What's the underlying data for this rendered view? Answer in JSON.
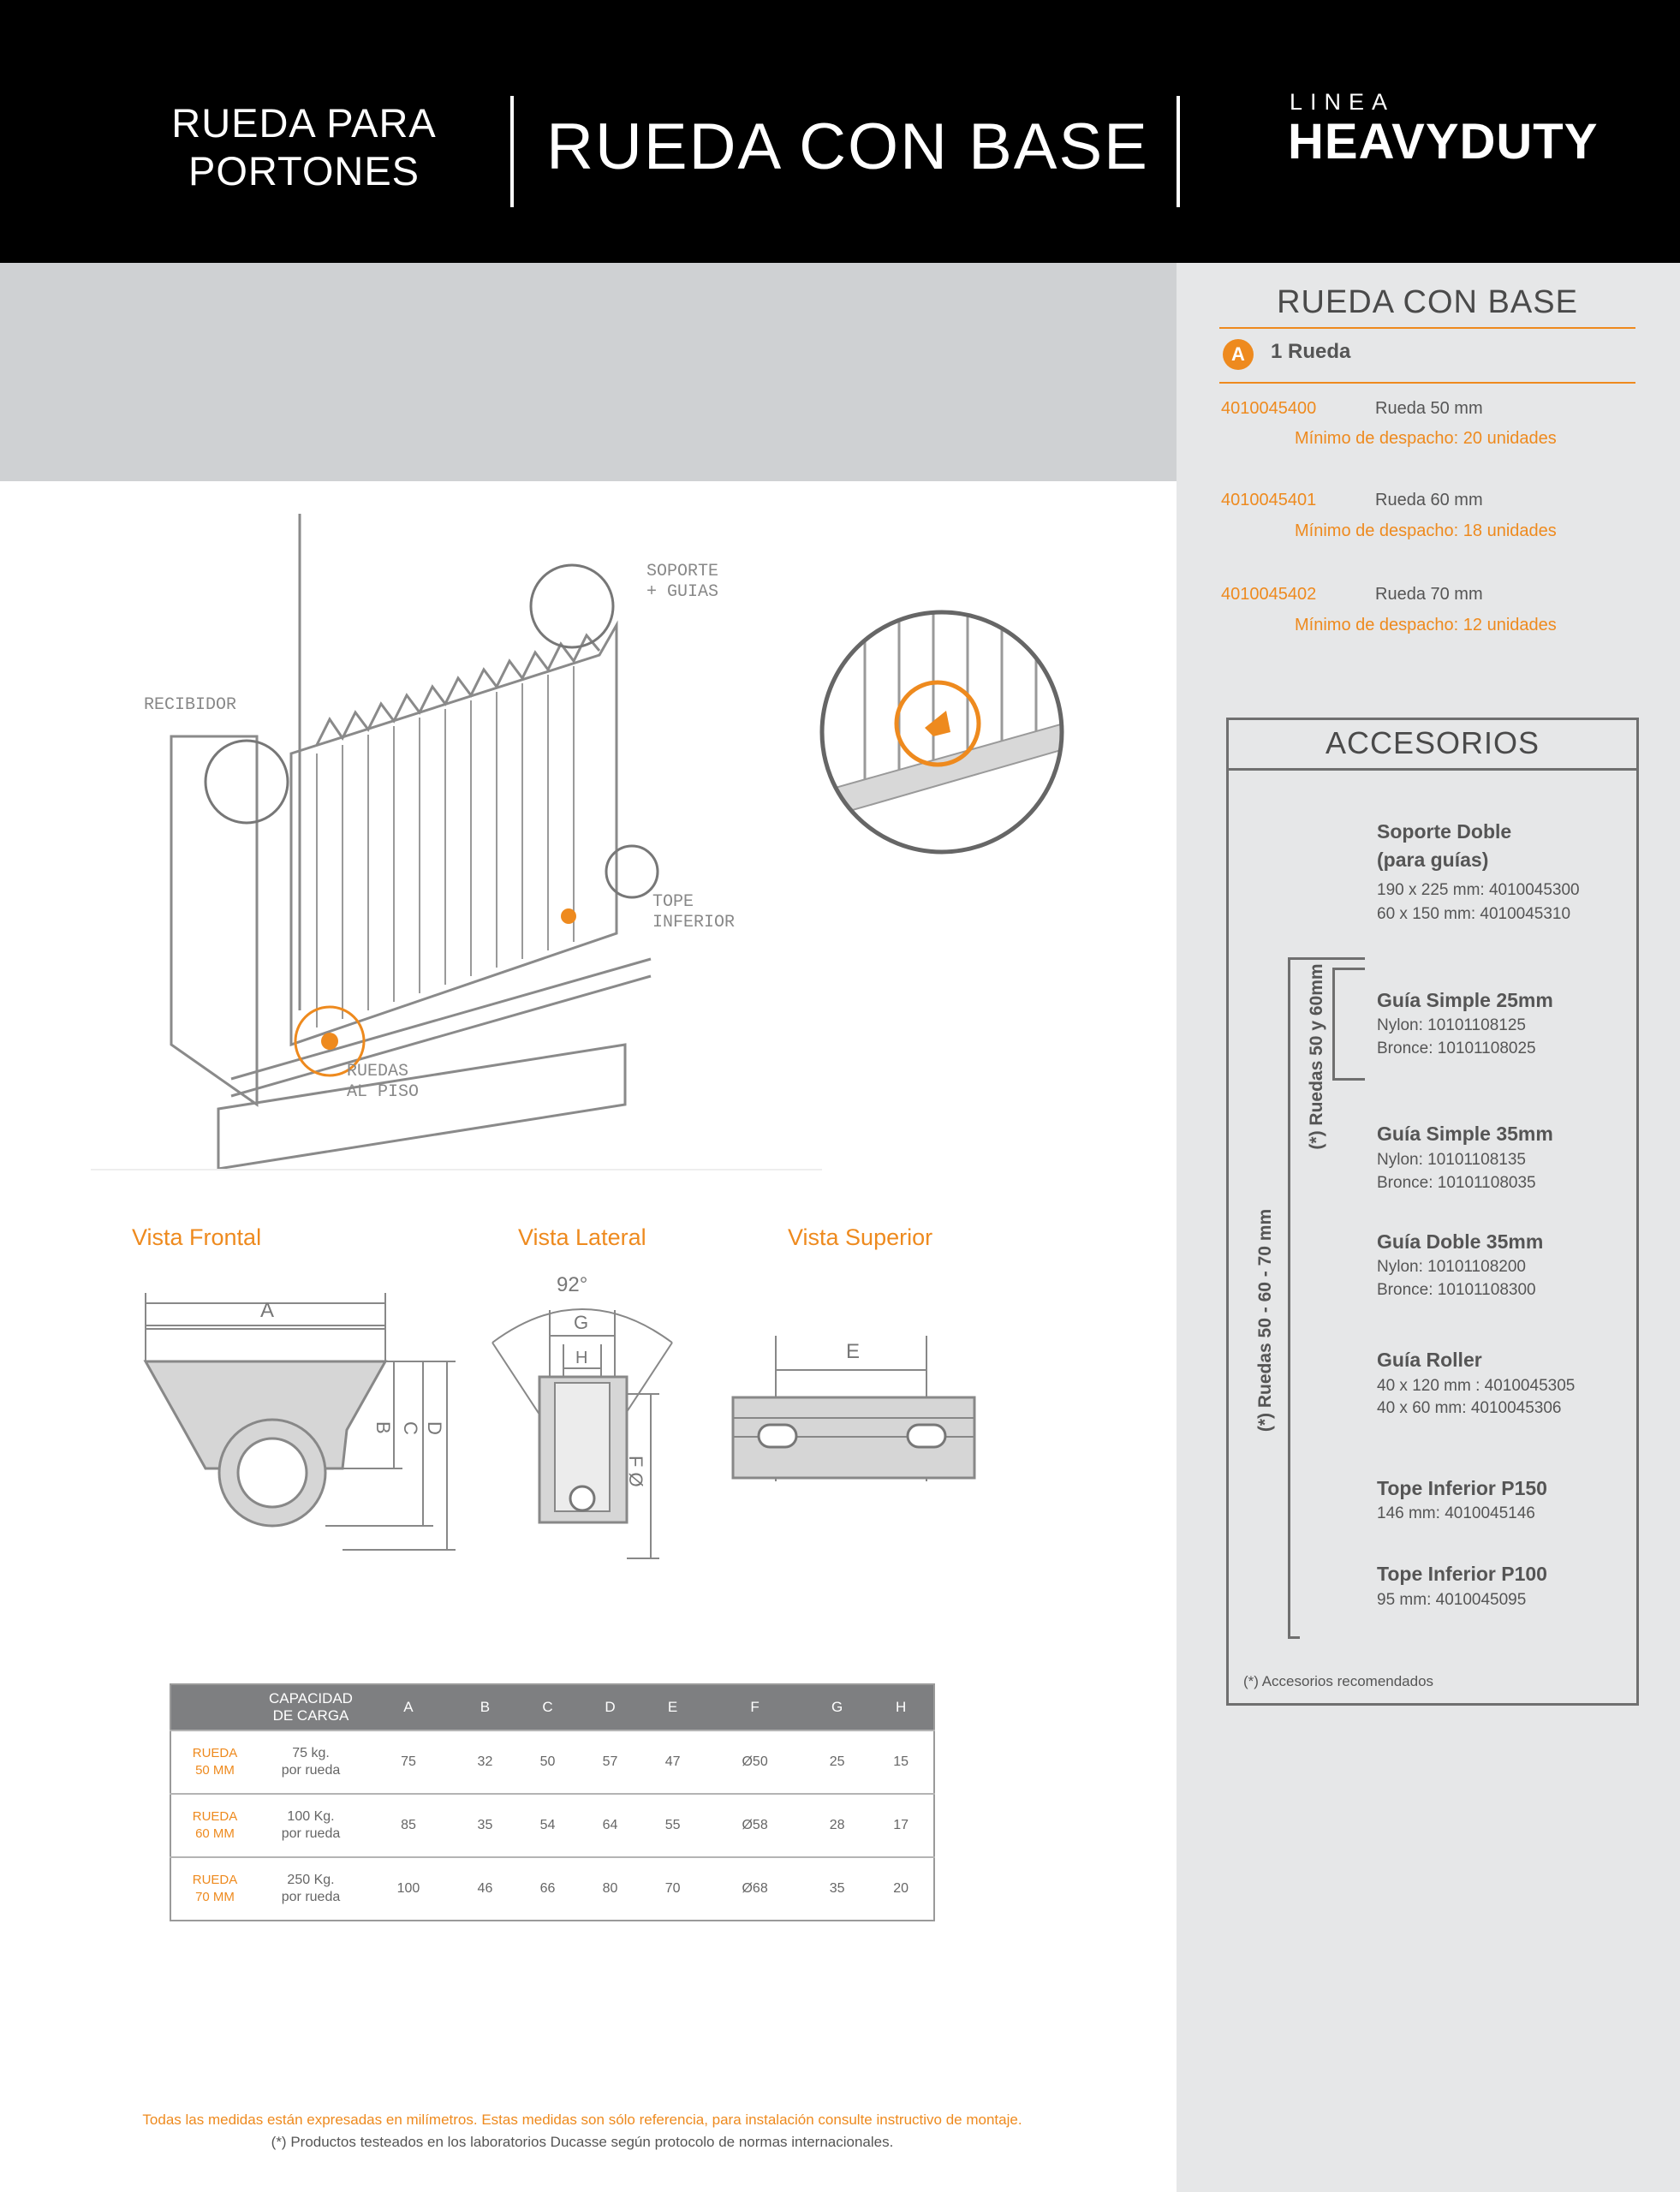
{
  "header": {
    "left_line1": "RUEDA PARA",
    "left_line2": "PORTONES",
    "title": "RUEDA CON BASE",
    "brand_small": "LINEA",
    "brand_big": "HEAVYDUTY"
  },
  "sidebar": {
    "title": "RUEDA CON BASE",
    "badge": "A",
    "badge_label": "1 Rueda",
    "products": [
      {
        "code": "4010045400",
        "desc": "Rueda 50 mm",
        "minimum": "Mínimo de despacho: 20 unidades"
      },
      {
        "code": "4010045401",
        "desc": "Rueda 60 mm",
        "minimum": "Mínimo de despacho: 18 unidades"
      },
      {
        "code": "4010045402",
        "desc": "Rueda 70 mm",
        "minimum": "Mínimo de despacho: 12 unidades"
      }
    ],
    "accessories": {
      "title": "ACCESORIOS",
      "side_label_outer": "(*) Ruedas  50 - 60 - 70 mm",
      "side_label_inner": "(*) Ruedas 50 y 60mm",
      "items": [
        {
          "name1": "Soporte Doble",
          "name2": "(para guías)",
          "line1": "190 x 225 mm: 4010045300",
          "line2": "60 x 150 mm: 4010045310"
        },
        {
          "name1": "Guía Simple 25mm",
          "line1": "Nylon: 10101108125",
          "line2": "Bronce: 10101108025"
        },
        {
          "name1": "Guía Simple 35mm",
          "line1": "Nylon: 10101108135",
          "line2": "Bronce: 10101108035"
        },
        {
          "name1": "Guía Doble 35mm",
          "line1": "Nylon: 10101108200",
          "line2": "Bronce: 10101108300"
        },
        {
          "name1": "Guía Roller",
          "line1": "40 x 120 mm : 4010045305",
          "line2": "40 x 60 mm: 4010045306"
        },
        {
          "name1": "Tope Inferior P150",
          "line1": "146 mm: 4010045146"
        },
        {
          "name1": "Tope Inferior P100",
          "line1": "95 mm: 4010045095"
        }
      ],
      "note": "(*) Accesorios recomendados"
    }
  },
  "gate": {
    "label_soporte_1": "SOPORTE",
    "label_soporte_2": "+ GUIAS",
    "label_recibidor": "RECIBIDOR",
    "label_tope_1": "TOPE",
    "label_tope_2": "INFERIOR",
    "label_ruedas_1": "RUEDAS",
    "label_ruedas_2": "AL PISO"
  },
  "views": {
    "frontal": "Vista Frontal",
    "lateral": "Vista Lateral",
    "superior": "Vista Superior",
    "dim_a": "A",
    "dim_b": "B",
    "dim_c": "C",
    "dim_d": "D",
    "dim_angle": "92°",
    "dim_g": "G",
    "dim_h": "H",
    "dim_f": "F Ø",
    "dim_e": "E"
  },
  "table": {
    "headers": [
      "",
      "CAPACIDAD DE CARGA",
      "A",
      "B",
      "C",
      "D",
      "E",
      "F",
      "G",
      "H"
    ],
    "rows": [
      {
        "label1": "RUEDA",
        "label2": "50 MM",
        "cap1": "75 kg.",
        "cap2": "por rueda",
        "vals": [
          "75",
          "32",
          "50",
          "57",
          "47",
          "Ø50",
          "25",
          "15"
        ]
      },
      {
        "label1": "RUEDA",
        "label2": "60 MM",
        "cap1": "100 Kg.",
        "cap2": "por rueda",
        "vals": [
          "85",
          "35",
          "54",
          "64",
          "55",
          "Ø58",
          "28",
          "17"
        ]
      },
      {
        "label1": "RUEDA",
        "label2": "70 MM",
        "cap1": "250 Kg.",
        "cap2": "por rueda",
        "vals": [
          "100",
          "46",
          "66",
          "80",
          "70",
          "Ø68",
          "35",
          "20"
        ]
      }
    ]
  },
  "footer": {
    "line1": "Todas las medidas están expresadas en milímetros. Estas medidas son sólo referencia, para instalación consulte instructivo de montaje.",
    "line2": "(*) Productos testeados en los laboratorios Ducasse según protocolo de normas internacionales."
  },
  "colors": {
    "accent": "#ee8a1e",
    "header_bg": "#000000",
    "sidebar_bg": "#e6e7e8",
    "band_bg": "#cfd1d3",
    "table_head": "#7e7f81"
  }
}
